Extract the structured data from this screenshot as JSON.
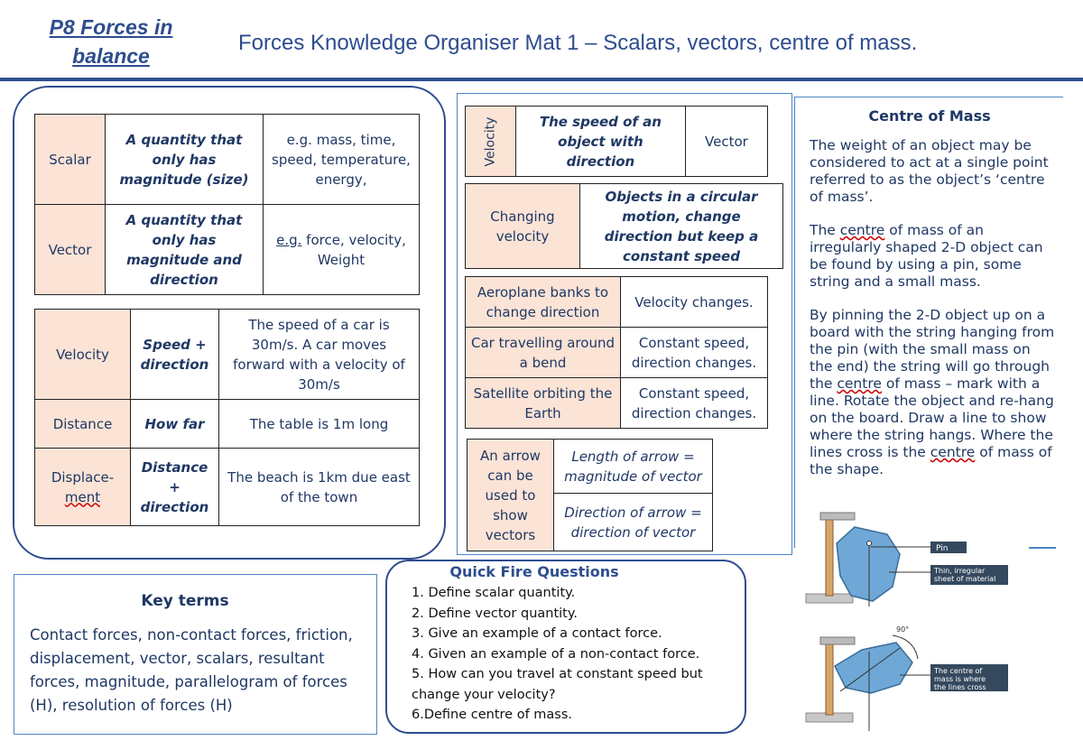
{
  "header": {
    "left_title_line1": "P8 Forces in",
    "left_title_line2": "balance",
    "main_title": "Forces  Knowledge Organiser Mat 1 – Scalars, vectors, centre of mass."
  },
  "scalar_vector_table": {
    "rows": [
      {
        "term": "Scalar",
        "definition": "A quantity that only has magnitude (size)",
        "example": "e.g. mass, time, speed, temperature, energy,"
      },
      {
        "term": "Vector",
        "definition": "A quantity that only has magnitude and direction",
        "example_prefix": "e.g.",
        "example_rest": " force, velocity, Weight"
      }
    ]
  },
  "velocity_table": {
    "rows": [
      {
        "term": "Velocity",
        "definition": "Speed + direction",
        "example": "The speed of a car is 30m/s. A car moves forward with a velocity of 30m/s"
      },
      {
        "term": "Distance",
        "definition": "How far",
        "example": "The table is 1m long"
      },
      {
        "term_line1": "Displace-",
        "term_line2": "ment",
        "definition_line1": "Distance",
        "definition_line2": "+",
        "definition_line3": "direction",
        "example": "The beach is 1km due east of the town"
      }
    ]
  },
  "velocity_def": {
    "term": "Velocity",
    "definition": "The speed of an object with direction",
    "type": "Vector"
  },
  "changing_velocity": {
    "term": "Changing velocity",
    "definition": "Objects in a circular motion, change direction but keep a constant speed"
  },
  "examples_table": {
    "rows": [
      {
        "situation": "Aeroplane banks to change direction",
        "result": "Velocity changes."
      },
      {
        "situation": "Car travelling around a bend",
        "result": "Constant speed, direction changes."
      },
      {
        "situation": "Satellite orbiting the Earth",
        "result": "Constant speed, direction changes."
      }
    ]
  },
  "arrow_table": {
    "label": "An arrow can be used to show vectors",
    "length": "Length of arrow = magnitude of vector",
    "direction": "Direction of arrow = direction of vector"
  },
  "centre_of_mass": {
    "title": "Centre of Mass",
    "para1": "The weight of an object may be considered to act at a single point referred to as the object’s ‘centre of mass’.",
    "para2_a": "The ",
    "para2_b": "centre",
    "para2_c": " of mass of an irregularly shaped 2-D object can be found by using a pin, some string and a small mass.",
    "para3_a": "By pinning the 2-D object up on a board with the string hanging from the pin (with the small mass on the end) the string will go through the ",
    "para3_b": "centre",
    "para3_c": " of mass – mark with a line.  Rotate the object and re-hang on the board. Draw a line to show where the string hangs.  Where the lines cross is the ",
    "para3_d": "centre",
    "para3_e": " of mass of the shape."
  },
  "diagram": {
    "pin_label": "Pin",
    "sheet_label": "Thin, irregular sheet of material",
    "angle_label": "90°",
    "cross_label": "The centre of mass is where the lines cross"
  },
  "key_terms": {
    "title": "Key terms",
    "text": "Contact forces, non-contact forces, friction, displacement, vector, scalars, resultant forces, magnitude, parallelogram of forces (H), resolution of forces (H)"
  },
  "quick_fire": {
    "title": "Quick Fire Questions",
    "questions": [
      "1. Define scalar quantity.",
      "2. Define vector quantity.",
      "3. Give an example of a contact force.",
      "4. Given an example of a non-contact force.",
      "5. How can you travel at constant speed but",
      "change your velocity?",
      "6.Define centre of mass."
    ]
  }
}
